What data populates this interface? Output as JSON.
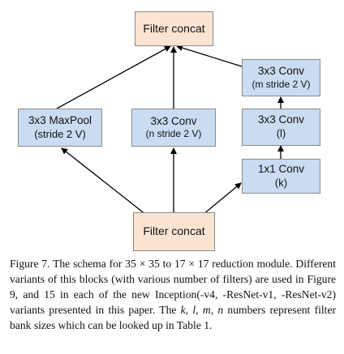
{
  "diagram": {
    "top_concat": "Filter concat",
    "bottom_concat": "Filter concat",
    "maxpool": {
      "line1": "3x3 MaxPool",
      "line2": "(stride 2 V)"
    },
    "conv_n": {
      "line1": "3x3 Conv",
      "line2": "(n stride 2 V)"
    },
    "conv_m": {
      "line1": "3x3 Conv",
      "line2": "(m stride 2 V)"
    },
    "conv_l": {
      "line1": "3x3 Conv",
      "line2": "(l)"
    },
    "conv_k": {
      "line1": "1x1 Conv",
      "line2": "(k)"
    }
  },
  "caption": {
    "part1": "Figure 7. The schema for 35 × 35 to 17 × 17 reduction module. Different variants of this blocks (with various number of filters) are used in Figure 9, and 15 in each of the new Inception(-v4, -ResNet-v1, -ResNet-v2) variants presented in this paper. The ",
    "k": "k",
    "sep1": ", ",
    "l": "l",
    "sep2": ",",
    "m": "m",
    "sep3": ", ",
    "n": "n",
    "part2": " numbers represent filter bank sizes which can be looked up in Table 1."
  }
}
